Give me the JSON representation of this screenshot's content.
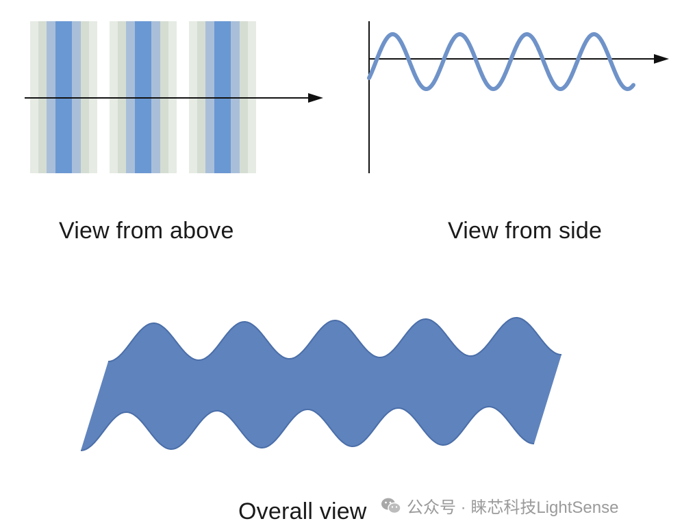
{
  "labels": {
    "above": "View from above",
    "side": "View from side",
    "overall": "Overall view"
  },
  "watermark": {
    "text": "公众号 · 睐芯科技LightSense",
    "icon": "wechat-icon"
  },
  "colors": {
    "wave_blue": "#6f93c9",
    "band_blue": "#6a98d3",
    "band_mid": "#a9bfd9",
    "band_light": "#d5ddd3",
    "band_faint": "#e6ebe4",
    "surface_fill": "#5f83bd",
    "surface_edge": "#4a6ea8",
    "axis": "#111111",
    "watermark": "#9a9a9a"
  }
}
